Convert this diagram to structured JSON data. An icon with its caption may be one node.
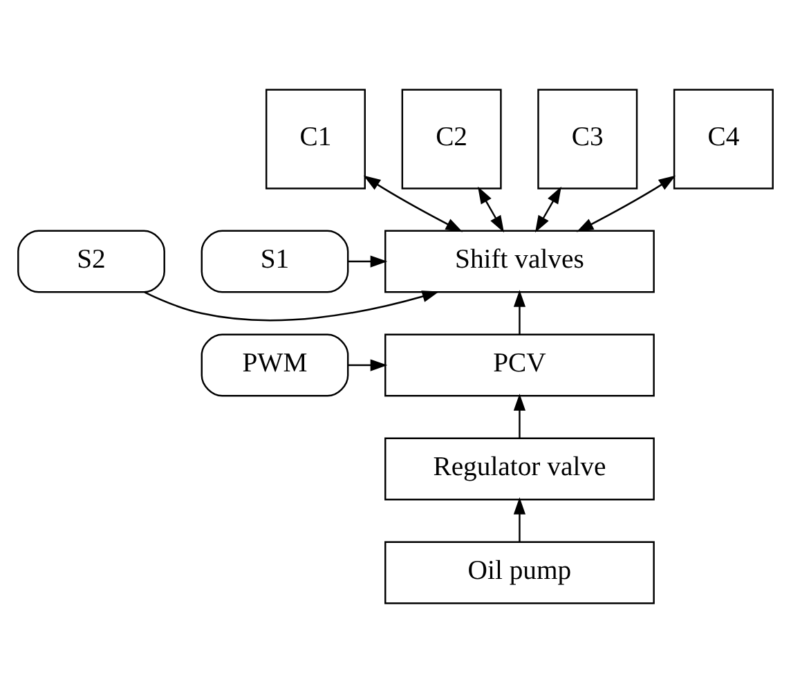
{
  "diagram": {
    "nodes": [
      {
        "text": [
          "C1"
        ]
      },
      {
        "text": [
          "C2"
        ]
      },
      {
        "text": [
          "C3"
        ]
      },
      {
        "text": [
          "C4"
        ]
      },
      {
        "text": [
          "S2"
        ]
      },
      {
        "text": [
          "Shift valves"
        ]
      },
      {
        "text": [
          "S1"
        ]
      },
      {
        "text": [
          "PWM"
        ]
      },
      {
        "text": [
          "PCV"
        ]
      },
      {
        "text": [
          "Regulator valve"
        ]
      },
      {
        "text": [
          "Oil pump"
        ]
      }
    ],
    "edges": [
      {
        "from": 5,
        "to": 0,
        "arrow": "both"
      },
      {
        "from": 5,
        "to": 1,
        "arrow": "both"
      },
      {
        "from": 5,
        "to": 2,
        "arrow": "both"
      },
      {
        "from": 5,
        "to": 3,
        "arrow": "both"
      },
      {
        "from": 4,
        "to": 5,
        "arrow": "to"
      },
      {
        "from": 6,
        "to": 5,
        "arrow": "to"
      },
      {
        "from": 7,
        "to": 8,
        "arrow": "to"
      },
      {
        "from": 8,
        "to": 5,
        "arrow": "to"
      },
      {
        "from": 9,
        "to": 8,
        "arrow": "to"
      },
      {
        "from": 10,
        "to": 9,
        "arrow": "to"
      }
    ]
  }
}
